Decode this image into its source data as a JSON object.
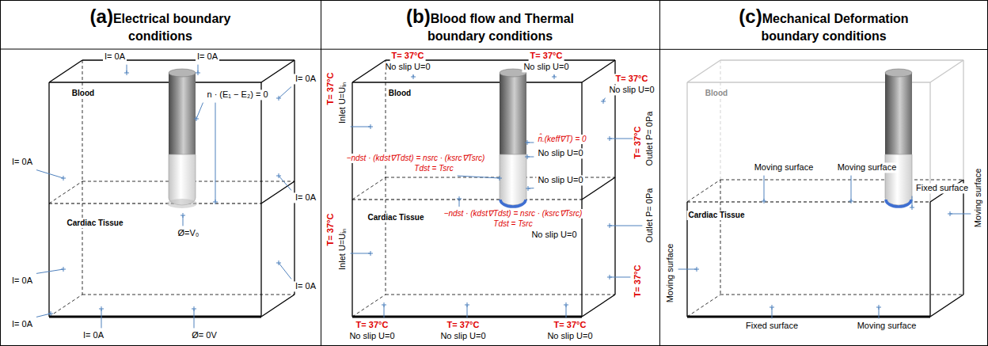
{
  "diagram": {
    "nodes": [
      {
        "text": [
          "(a)",
          "Electrical boundary conditions"
        ]
      },
      {
        "text": [
          "(b)",
          "Blood flow and Thermal boundary conditions"
        ]
      },
      {
        "text": [
          "(c)",
          "Mechanical Deformation boundary conditions"
        ]
      }
    ],
    "labels": [
      "I= 0A",
      "I= 0A",
      "I= 0A",
      "I= 0A",
      "I= 0A",
      "I= 0A",
      "I= 0A",
      "I= 0A",
      "I= 0A",
      "Ø= 0V",
      "Blood",
      "n · (E₁ − E₂) = 0",
      "Cardiac Tissue",
      "Ø=V₀",
      "T= 37°C",
      "No slip U=0",
      "T= 37°C",
      "No slip U=0",
      "T= 37°C",
      "No slip U=0",
      "T= 37°C",
      "Inlet U=Uᵢₙ",
      "Blood",
      "−ndst · (kdst∇Tdst) = nsrc · (ksrc∇Tsrc)",
      "Tdst = Tsrc",
      "n̂.(keff∇T) = 0",
      "No slip U=0",
      "No slip U=0",
      "T= 37°C",
      "Outlet P= 0Pa",
      "Outlet P= 0Pa",
      "T= 37°C",
      "T= 37°C",
      "Inlet U=Uᵢₙ",
      "Cardiac Tissue",
      "−ndst · (kdst∇Tdst) = nsrc · (ksrc∇Tsrc)",
      "Tdst = Tsrc",
      "No slip U=0",
      "T= 37°C",
      "No slip U=0",
      "T= 37°C",
      "No slip U=0",
      "T= 37°C",
      "No slip U=0",
      "Blood",
      "Moving surface",
      "Moving surface",
      "Fixed surface",
      "Moving surface",
      "Moving surface",
      "Cardiac Tissue",
      "Fixed surface",
      "Moving surface"
    ]
  }
}
